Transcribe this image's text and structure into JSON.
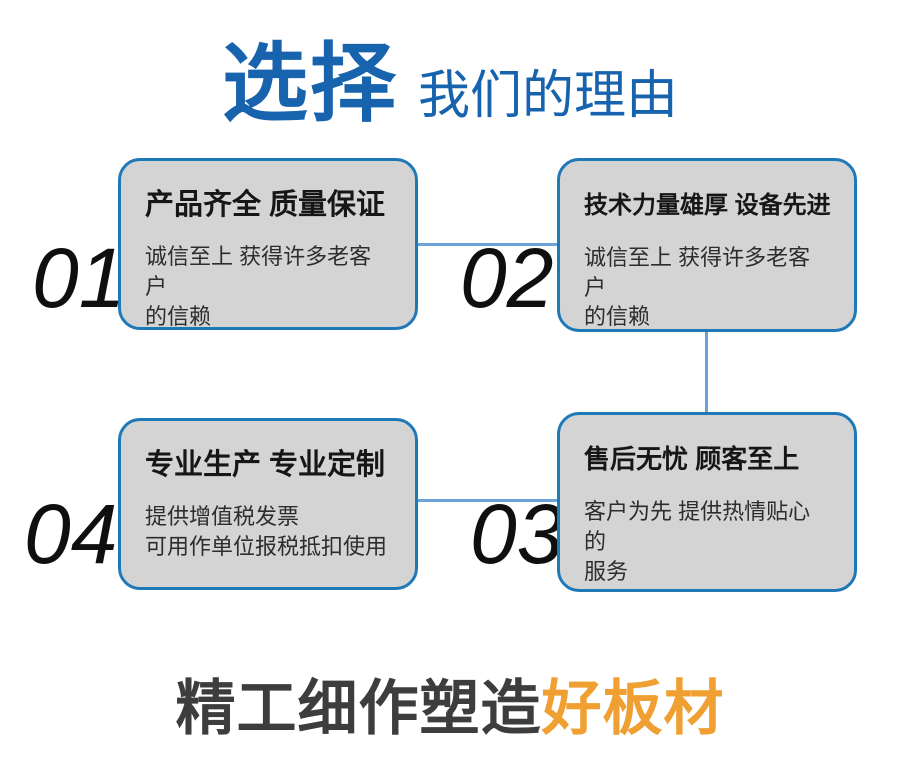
{
  "header": {
    "title_primary": "选择",
    "title_secondary": "我们的理由"
  },
  "cards": [
    {
      "number": "01",
      "title": "产品齐全 质量保证",
      "desc": "诚信至上 获得许多老客户\n的信赖"
    },
    {
      "number": "02",
      "title": "技术力量雄厚 设备先进",
      "desc": "诚信至上 获得许多老客户\n的信赖"
    },
    {
      "number": "03",
      "title": "售后无忧 顾客至上",
      "desc": "客户为先 提供热情贴心的\n服务"
    },
    {
      "number": "04",
      "title": "专业生产 专业定制",
      "desc": "提供增值税发票\n可用作单位报税抵扣使用"
    }
  ],
  "footer": {
    "text_main": "精工细作塑造",
    "text_accent": "好板材"
  },
  "colors": {
    "title_blue": "#1763ad",
    "card_border_blue": "#1f78b8",
    "card_background": "#d4d4d4",
    "connector_blue": "#6ba3d6",
    "number_black": "#0f0f0f",
    "footer_dark": "#3d3d3d",
    "footer_orange": "#f0a032"
  }
}
